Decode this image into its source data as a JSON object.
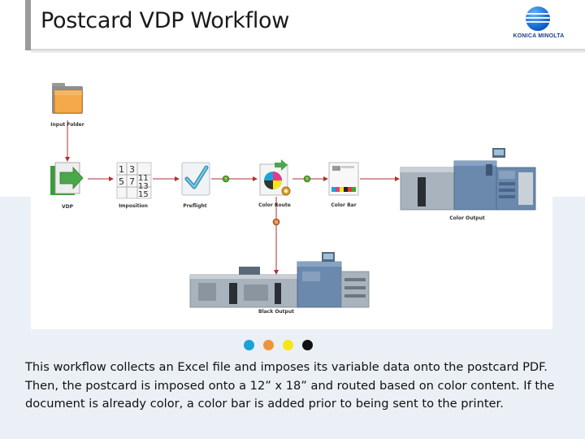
{
  "slide": {
    "title": "Postcard VDP Workflow",
    "logo_text": "KONICA MINOLTA",
    "caption": "This workflow collects an Excel file and imposes its variable data onto the postcard PDF. Then, the postcard is imposed onto a 12” x 18” and routed based on color content. If the document is already color, a color bar is added prior to being sent to the printer."
  },
  "workflow": {
    "nodes": [
      {
        "id": "input-folder",
        "label": "Input Folder",
        "icon": "folder-icon"
      },
      {
        "id": "vdp",
        "label": "VDP",
        "icon": "vdp-document-icon"
      },
      {
        "id": "imposition",
        "label": "Imposition",
        "icon": "imposition-grid-icon"
      },
      {
        "id": "preflight",
        "label": "Preflight",
        "icon": "checkmark-icon"
      },
      {
        "id": "color-route",
        "label": "Color Route",
        "icon": "color-route-icon"
      },
      {
        "id": "color-bar",
        "label": "Color Bar",
        "icon": "color-bar-icon"
      },
      {
        "id": "color-output",
        "label": "Color Output",
        "icon": "color-printer-icon"
      },
      {
        "id": "black-output",
        "label": "Black Output",
        "icon": "production-printer-icon"
      }
    ],
    "imposition_numbers": [
      "1",
      "3",
      "5",
      "7",
      "11",
      "13",
      "15"
    ],
    "route_markers": {
      "yes": "Y",
      "no": "N"
    },
    "colors": {
      "connector": "#b03030",
      "marker_yes": "#5aa02c",
      "marker_no": "#d46a2a",
      "printer_body": "#6a89ad",
      "printer_grey": "#a9b3bd"
    }
  },
  "progress_dots": [
    {
      "name": "cyan-dot",
      "color": "#1aa3d9"
    },
    {
      "name": "orange-dot",
      "color": "#f0943c"
    },
    {
      "name": "yellow-dot",
      "color": "#f7e612"
    },
    {
      "name": "black-dot",
      "color": "#111111"
    }
  ]
}
